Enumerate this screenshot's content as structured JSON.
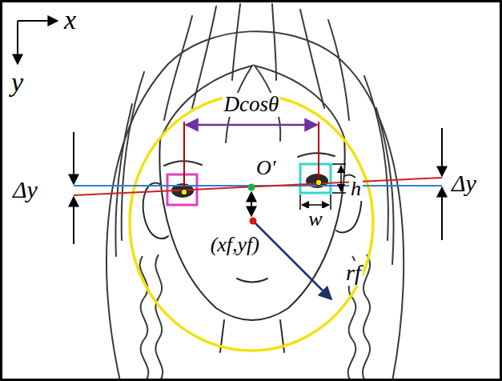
{
  "diagram": {
    "labels": [
      "x",
      "y",
      "Δy",
      "Dcosθ",
      "O′",
      "h",
      "w",
      "Δy",
      "(xf,yf)",
      "rf"
    ]
  }
}
